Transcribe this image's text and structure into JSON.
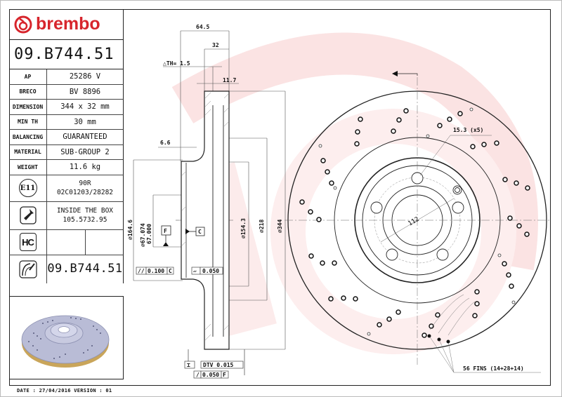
{
  "brand": {
    "name": "brembo",
    "color": "#d7252c",
    "watermark_color": "#fbe6e6"
  },
  "part_number": "09.B744.51",
  "specs": [
    {
      "key": "AP",
      "value": "25286 V"
    },
    {
      "key": "BRECO",
      "value": "BV 8896"
    },
    {
      "key": "DIMENSION",
      "value": "344 x 32 mm"
    },
    {
      "key": "MIN TH",
      "value": "30 mm"
    },
    {
      "key": "BALANCING",
      "value": "GUARANTEED"
    },
    {
      "key": "MATERIAL",
      "value": "SUB-GROUP 2"
    },
    {
      "key": "WEIGHT",
      "value": "11.6 kg"
    }
  ],
  "approval": {
    "icon": "e11-approval-icon",
    "icon_label": "E11",
    "line1": "90R",
    "line2": "02C01203/28282"
  },
  "hardware": {
    "icon": "screw-icon",
    "line1": "INSIDE THE BOX",
    "line2": "105.5732.95"
  },
  "hc": {
    "icon": "hc-icon",
    "icon_label": "HC"
  },
  "kit": {
    "icon": "disc-pad-icon",
    "part_number": "09.B744.51"
  },
  "footer": {
    "date_line": "DATE : 27/04/2016 VERSION : 01"
  },
  "section_dims": {
    "overall_height": "64.5",
    "thickness": "32",
    "delta_th": "△TH= 1.5",
    "vane_offset": "11.7",
    "hat_thickness": "6.6",
    "d_hat_outer": "⌀164.6",
    "d_center_bore_max": "⌀67.074",
    "d_center_bore_min": "67.000",
    "d_inner_friction": "⌀154.3",
    "d_hat_mount": "⌀218",
    "d_outer": "⌀344",
    "datum_f": "F",
    "datum_c": "C"
  },
  "tolerances": {
    "parallelism": {
      "symbol": "//",
      "value": "0.100",
      "datum": "C"
    },
    "flatness": {
      "symbol": "▱",
      "value": "0.050"
    },
    "dtv": {
      "label": "DTV",
      "value": "0.015"
    },
    "runout": {
      "symbol": "/",
      "value": "0.050",
      "datum": "F"
    }
  },
  "face_view": {
    "bolt_hole": "15.3 (x5)",
    "pcd": "112",
    "fins_note": "56 FINS (14+28+14)"
  }
}
